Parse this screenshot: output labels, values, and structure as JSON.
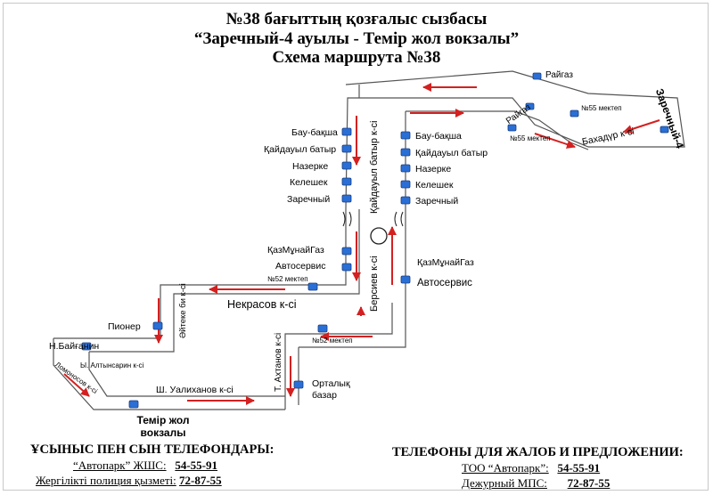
{
  "title": {
    "line1": "№38 бағыттың қозғалыс сызбасы",
    "line2": "“Заречный-4 ауылы - Темір жол вокзалы”",
    "line3": "Схема маршрута №38"
  },
  "stops": {
    "raigaz": "Райгаз",
    "raigaz2": "Райгаз",
    "school55_a": "№55 мектеп",
    "school55_b": "№55 мектеп",
    "zarechny4": "Заречный-4",
    "bau_left": "Бау-бақша",
    "kaidaul_left": "Қайдауыл батыр",
    "nazerke_left": "Назерке",
    "keleshek_left": "Келешек",
    "zarechny_left": "Заречный",
    "bau_right": "Бау-бақша",
    "kaidaul_right": "Қайдауыл батыр",
    "nazerke_right": "Назерке",
    "keleshek_right": "Келешек",
    "zarechny_right": "Заречный",
    "kmg_left": "ҚазМұнайГаз",
    "autoservice_left": "Автосервис",
    "school52_left": "№52 мектеп",
    "kmg_right": "ҚазМұнайГаз",
    "autoservice_right": "Автосервис",
    "school52_right": "№52 мектеп",
    "pioner": "Пионер",
    "baiganin": "Н.Байғанин",
    "central_market": "Орталық базар",
    "station": "Темір жол вокзалы"
  },
  "streets": {
    "bahadur": "Бахадүр к-сі",
    "kaidaul": "Қайдауыл батыр к-сі",
    "bersiev": "Берсиев к-сі",
    "nekrasov": "Некрасов к-сі",
    "aiteke": "Әйтеке би к-сі",
    "altynsarin": "Ы. Алтынсарин к-сі",
    "lomonosov": "Ломоносов к-сі",
    "ualikhanov": "Ш. Уалиханов к-сі",
    "akhtanov": "Т. Ахтанов к-сі"
  },
  "contacts_kz": {
    "header": "ҰСЫНЫС ПЕН СЫН ТЕЛЕФОНДАРЫ:",
    "org1": "“Автопарк” ЖШС:",
    "phone1": "54-55-91",
    "org2": "Жергілікті полиция қызметі:",
    "phone2": "72-87-55"
  },
  "contacts_ru": {
    "header": "ТЕЛЕФОНЫ ДЛЯ ЖАЛОБ И ПРЕДЛОЖЕНИИ:",
    "org1": "ТОО “Автопарк”:",
    "phone1": "54-55-91",
    "org2": "Дежурный МПС:",
    "phone2": "72-87-55"
  },
  "colors": {
    "route": "#555555",
    "arrow": "#d42020",
    "stop": "#2a6fd6"
  },
  "icons": {
    "stop": "bus-stop-icon",
    "roundabout": "roundabout-circle"
  }
}
